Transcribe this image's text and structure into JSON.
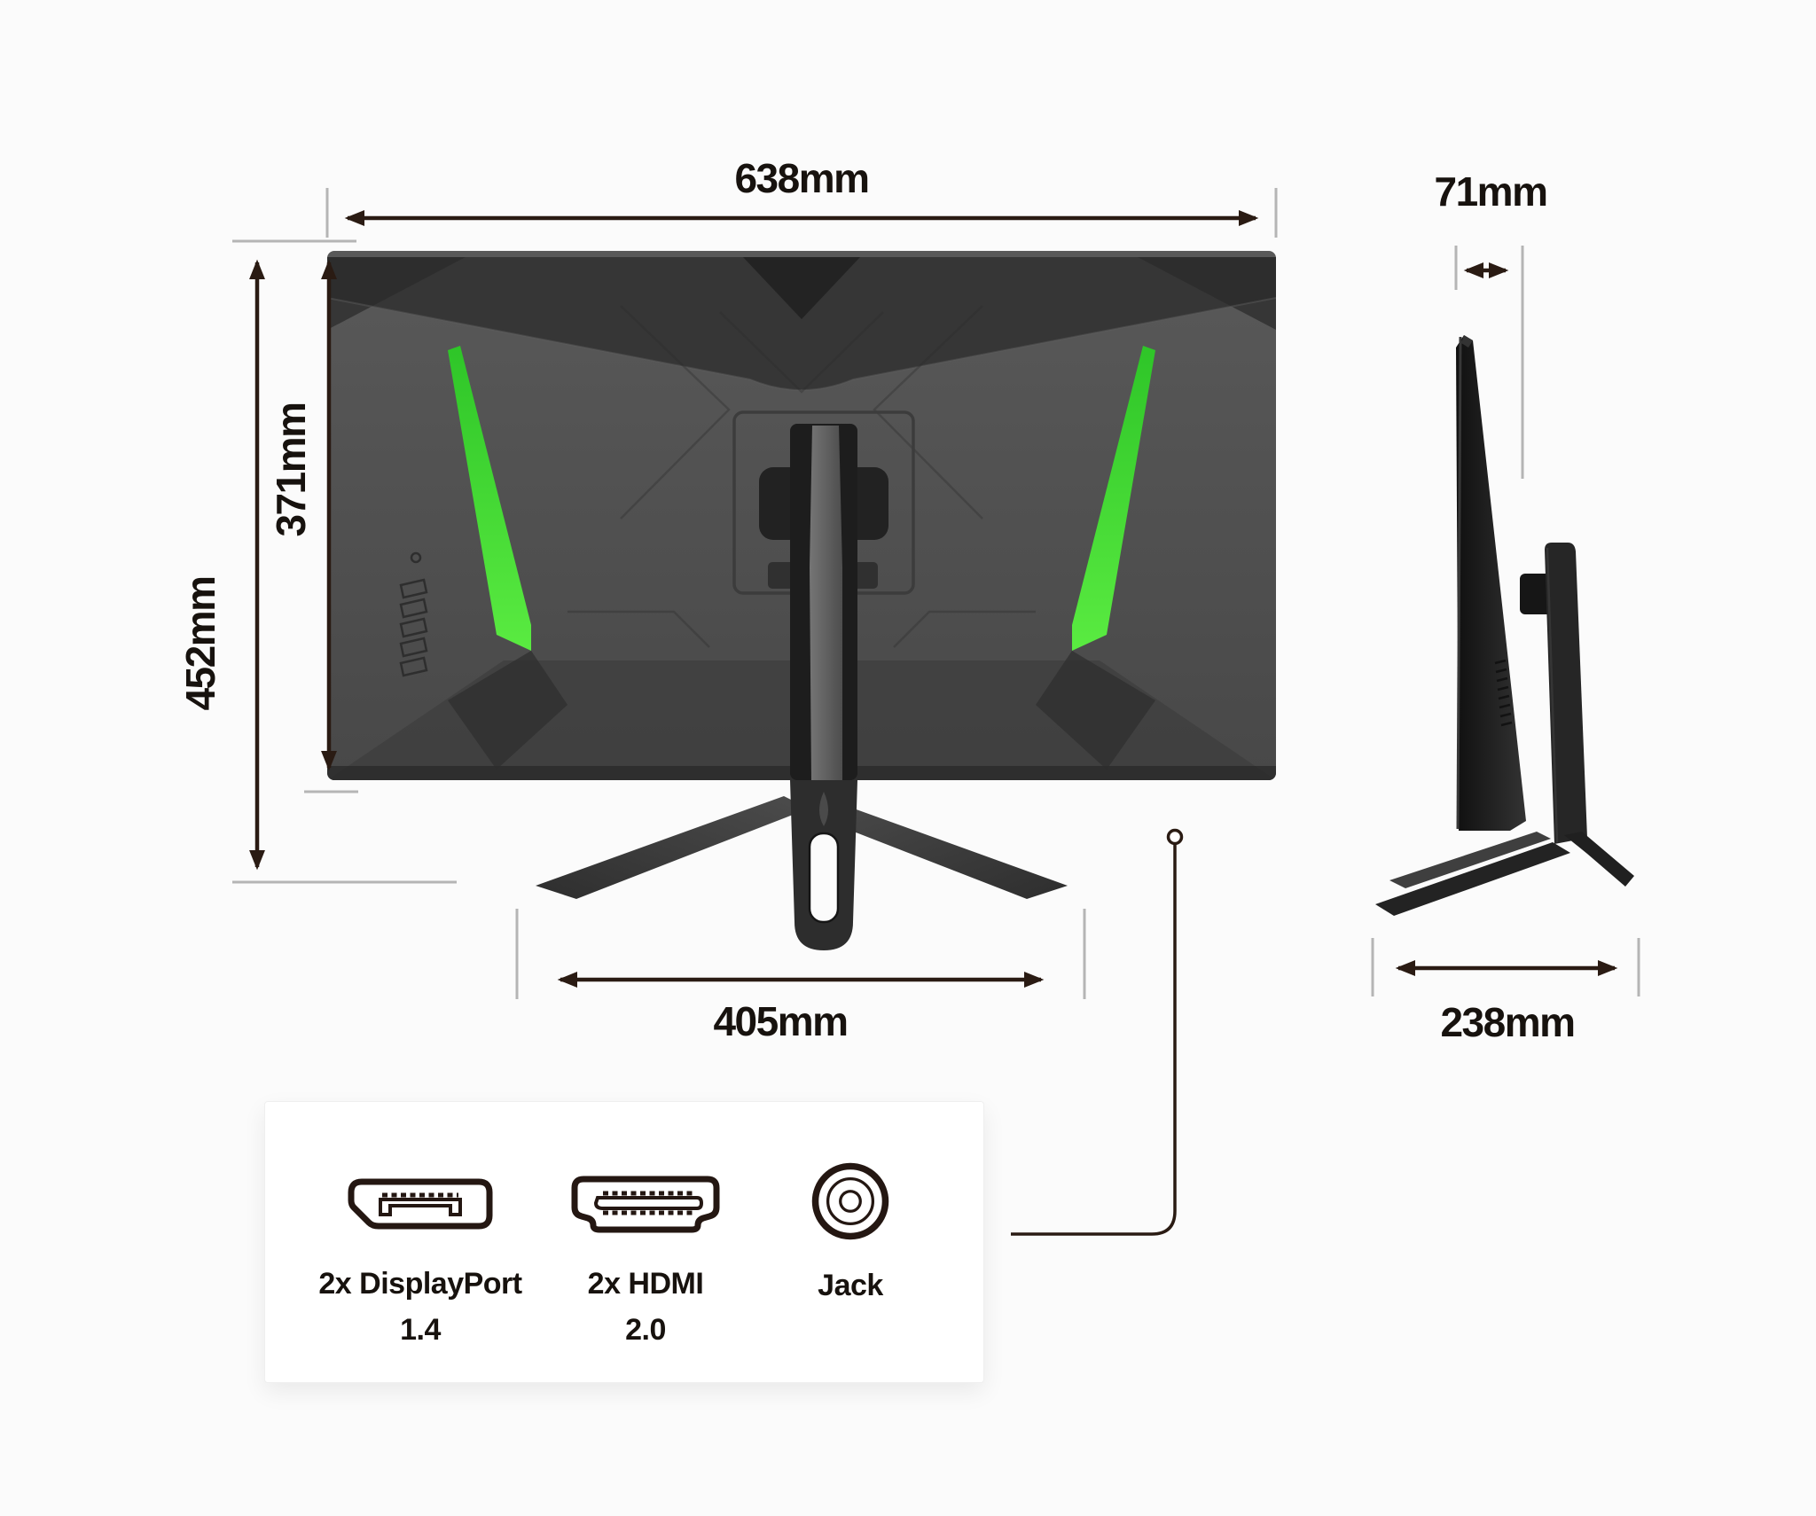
{
  "diagram_title": "Monitor dimension specification diagram",
  "colors": {
    "accent_green": "#3fd42f",
    "dimension_line": "#2a1b13",
    "tick_gray": "#b5b5b5",
    "monitor_body_gray": "#4f4f4f",
    "side_view_black": "#1d1d1d",
    "card_background": "#ffffff"
  },
  "dimensions": {
    "back_width": {
      "label": "638mm"
    },
    "back_total_height": {
      "label": "452mm"
    },
    "back_panel_height": {
      "label": "371mm"
    },
    "stand_width": {
      "label": "405mm"
    },
    "side_depth": {
      "label": "71mm"
    },
    "base_depth": {
      "label": "238mm"
    }
  },
  "ports": {
    "displayport": {
      "name": "2x DisplayPort",
      "version": "1.4"
    },
    "hdmi": {
      "name": "2x HDMI",
      "version": "2.0"
    },
    "jack": {
      "name": "Jack"
    }
  }
}
